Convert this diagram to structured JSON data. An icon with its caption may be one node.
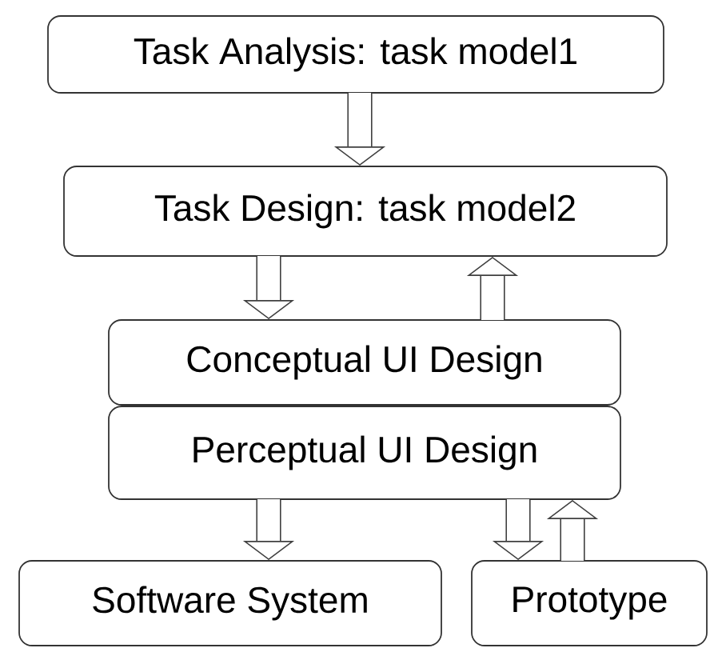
{
  "diagram": {
    "nodes": [
      {
        "text": [
          "Task Analysis: task model1"
        ]
      },
      {
        "text": [
          "Task Design: task model2"
        ]
      },
      {
        "text": [
          "Conceptual UI Design"
        ]
      },
      {
        "text": [
          "Perceptual UI Design"
        ]
      },
      {
        "text": [
          "Software System"
        ]
      },
      {
        "text": [
          "Prototype"
        ]
      }
    ],
    "edges": [
      {
        "from": 0,
        "to": 1,
        "arrow": "to"
      },
      {
        "from": 1,
        "to": 2,
        "arrow": "to"
      },
      {
        "from": 2,
        "to": 1,
        "arrow": "to"
      },
      {
        "from": 3,
        "to": 4,
        "arrow": "to"
      },
      {
        "from": 3,
        "to": 5,
        "arrow": "to"
      },
      {
        "from": 5,
        "to": 3,
        "arrow": "to"
      }
    ]
  }
}
